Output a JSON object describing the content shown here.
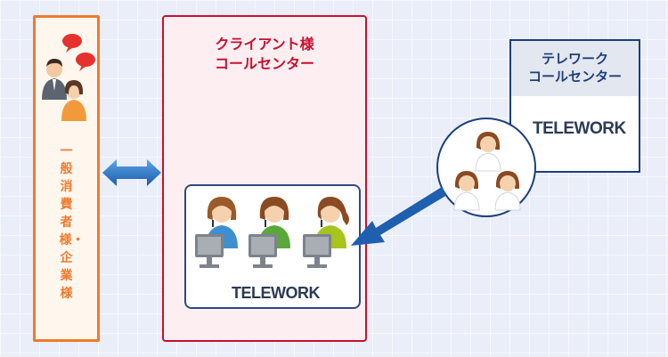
{
  "consumer": {
    "label": "一般消費者様・企業様"
  },
  "client_center": {
    "title_line1": "クライアント様",
    "title_line2": "コールセンター",
    "logo": "TELEWORK"
  },
  "telework_center": {
    "title_line1": "テレワーク",
    "title_line2": "コールセンター",
    "logo": "TELEWORK"
  },
  "icons": [
    "customers-icon",
    "speech-bubble-icon",
    "bidirectional-arrow-icon",
    "operator-icon",
    "monitor-icon",
    "arrow-icon"
  ],
  "colors": {
    "consumer": "#f07a2d",
    "client": "#c8102e",
    "telework": "#1c3f7a",
    "arrow": "#1f5fb0"
  }
}
